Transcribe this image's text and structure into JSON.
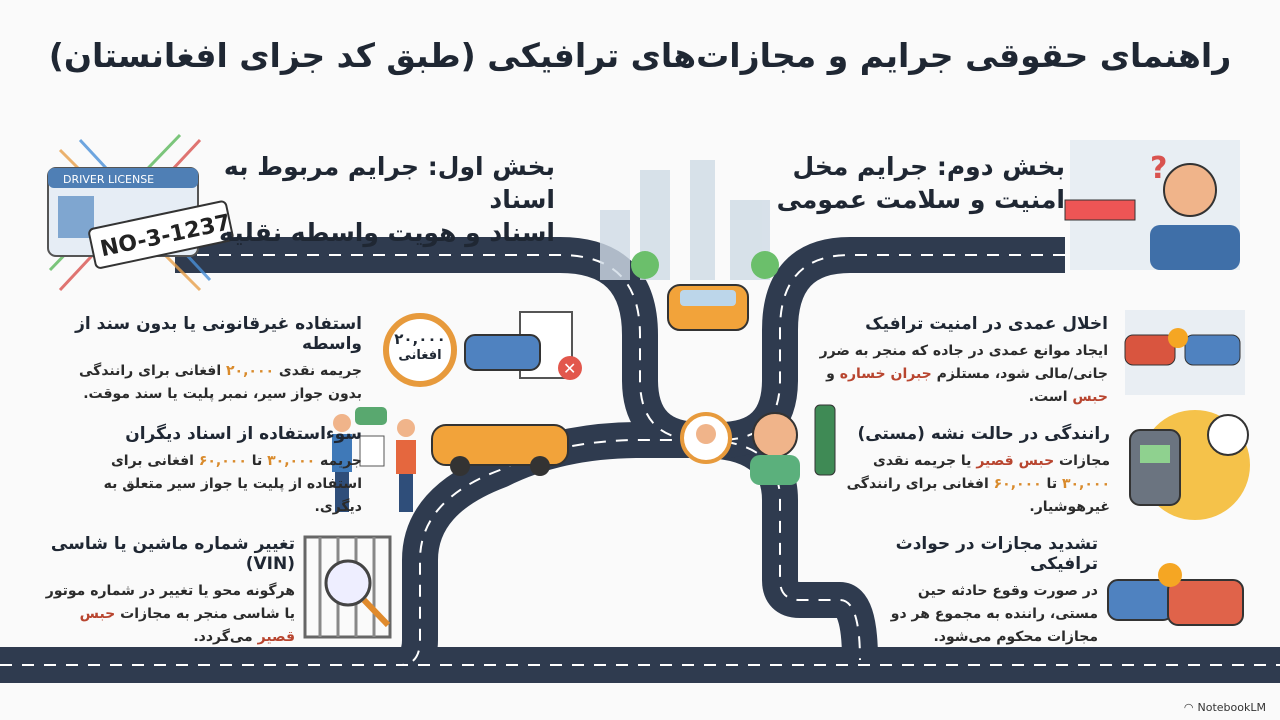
{
  "title": "راهنمای حقوقی جرایم و مجازات‌های ترافیکی (طبق کد جزای افغانستان)",
  "section1": {
    "line1": "بخش اول: جرایم مربوط به اسناد",
    "line2": "اسناد و هویت واسطه نقلیه",
    "license_label": "DRIVER LICENSE",
    "plate": "NO-3-1237"
  },
  "section2": {
    "line1": "بخش دوم: جرایم مخل",
    "line2": "امنیت و سلامت عمومی"
  },
  "left_items": [
    {
      "title": "استفاده غیرقانونی یا بدون سند از واسطه",
      "body": [
        {
          "t": "جریمه نقدی "
        },
        {
          "t": "۲۰,۰۰۰",
          "h": "num"
        },
        {
          "t": " افغانی برای رانندگی بدون جواز سیر، نمبر پلیت یا سند موقت."
        }
      ],
      "badge_amount": "۲۰,۰۰۰",
      "badge_unit": "افغانی"
    },
    {
      "title": "سوءاستفاده از اسناد دیگران",
      "body": [
        {
          "t": "جریمه "
        },
        {
          "t": "۳۰,۰۰۰",
          "h": "num"
        },
        {
          "t": " تا "
        },
        {
          "t": "۶۰,۰۰۰",
          "h": "num"
        },
        {
          "t": " افغانی برای استفاده از پلیت یا جواز سیر متعلق به دیگری."
        }
      ]
    },
    {
      "title": "تغییر شماره ماشین یا شاسی (VIN)",
      "body": [
        {
          "t": "هرگونه محو یا تغییر در شماره موتور یا شاسی منجر به مجازات "
        },
        {
          "t": "حبس قصیر",
          "h": "red"
        },
        {
          "t": " می‌گردد."
        }
      ]
    }
  ],
  "right_items": [
    {
      "title": "اخلال عمدی در امنیت ترافیک",
      "body": [
        {
          "t": "ایجاد موانع عمدی در جاده که منجر به ضرر جانی/مالی شود، مستلزم "
        },
        {
          "t": "جبران خساره",
          "h": "red"
        },
        {
          "t": " و "
        },
        {
          "t": "حبس",
          "h": "red"
        },
        {
          "t": " است."
        }
      ]
    },
    {
      "title": "رانندگی در حالت نشه (مستی)",
      "body": [
        {
          "t": "مجازات "
        },
        {
          "t": "حبس قصیر",
          "h": "red"
        },
        {
          "t": " یا جریمه نقدی "
        },
        {
          "t": "۳۰,۰۰۰",
          "h": "num"
        },
        {
          "t": " تا "
        },
        {
          "t": "۶۰,۰۰۰",
          "h": "num"
        },
        {
          "t": " افغانی برای رانندگی غیرهوشیار."
        }
      ]
    },
    {
      "title": "تشدید مجازات در حوادث ترافیکی",
      "body": [
        {
          "t": "در صورت وقوع حادثه حین مستی، راننده به مجموع هر دو مجازات محکوم می‌شود."
        }
      ]
    }
  ],
  "brand": "NotebookLM",
  "colors": {
    "road": "#2f3b4f",
    "highlight_number": "#d98a2b",
    "highlight_red": "#b8452f"
  }
}
